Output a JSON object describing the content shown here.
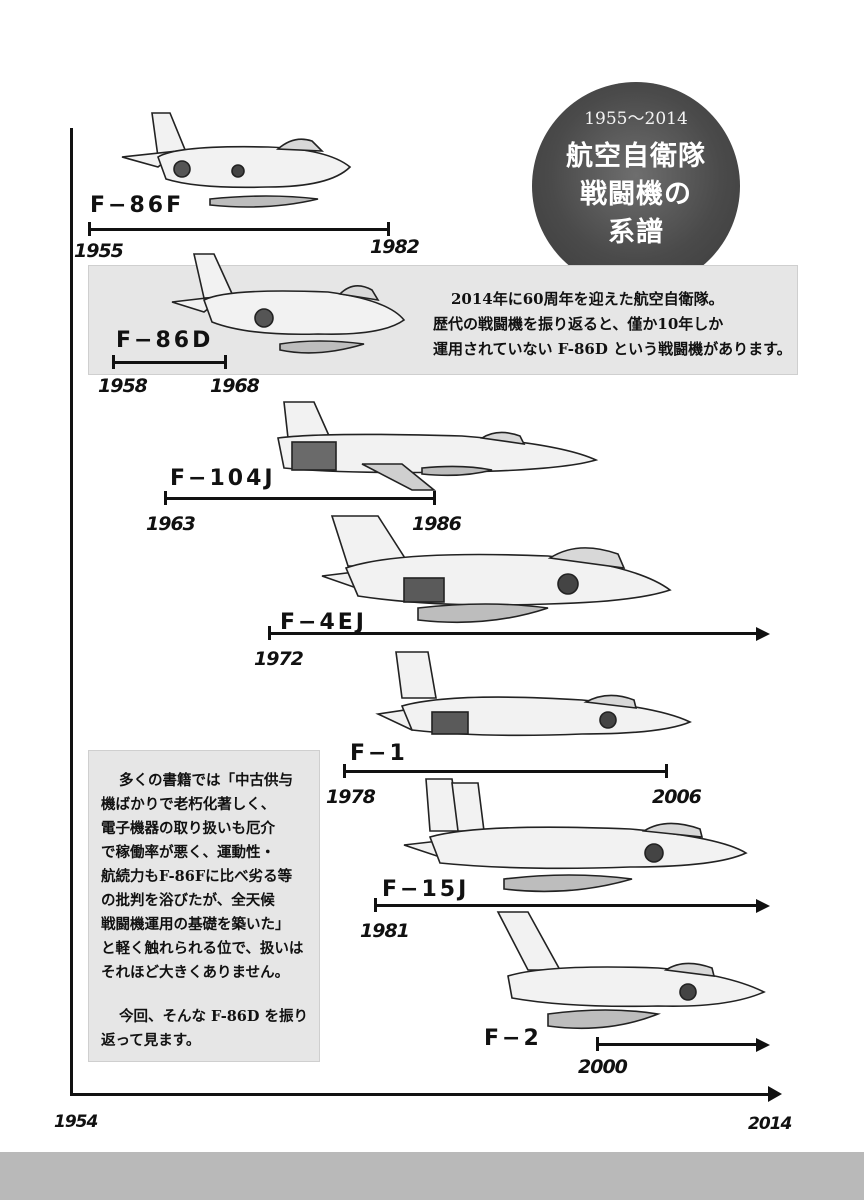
{
  "badge": {
    "years": "1955～2014",
    "title_lines": [
      "航空自衛隊",
      "戦闘機の",
      "系譜"
    ]
  },
  "axis": {
    "start_year": "1954",
    "end_year": "2014"
  },
  "aircraft": [
    {
      "name": "F−86F",
      "start": "1955",
      "end": "1982",
      "in_service": false
    },
    {
      "name": "F−86D",
      "start": "1958",
      "end": "1968",
      "in_service": false
    },
    {
      "name": "F−104J",
      "start": "1963",
      "end": "1986",
      "in_service": false
    },
    {
      "name": "F−4EJ",
      "start": "1972",
      "end": "",
      "in_service": true
    },
    {
      "name": "F−1",
      "start": "1978",
      "end": "2006",
      "in_service": false
    },
    {
      "name": "F−15J",
      "start": "1981",
      "end": "",
      "in_service": true
    },
    {
      "name": "F−2",
      "start": "2000",
      "end": "",
      "in_service": true
    }
  ],
  "intro_box": {
    "lines": [
      "2014年に60周年を迎えた航空自衛隊。",
      "歴代の戦闘機を振り返ると、僅か10年しか",
      "運用されていない F-86D という戦闘機があります。"
    ]
  },
  "note_box": {
    "lines": [
      "多くの書籍では「中古供与",
      "機ばかりで老朽化著しく、",
      "電子機器の取り扱いも厄介",
      "で稼働率が悪く、運動性・",
      "航続力もF-86Fに比べ劣る等",
      "の批判を浴びたが、全天候",
      "戦闘機運用の基礎を築いた」",
      "と軽く触れられる位で、扱いは",
      "それほど大きくありません。",
      "",
      "今回、そんな F-86D を振り",
      "返って見ます。"
    ]
  },
  "colors": {
    "ink": "#111111",
    "panel": "#e6e6e6",
    "badge": "#4a4a4a",
    "footer": "#b9b9b9"
  }
}
